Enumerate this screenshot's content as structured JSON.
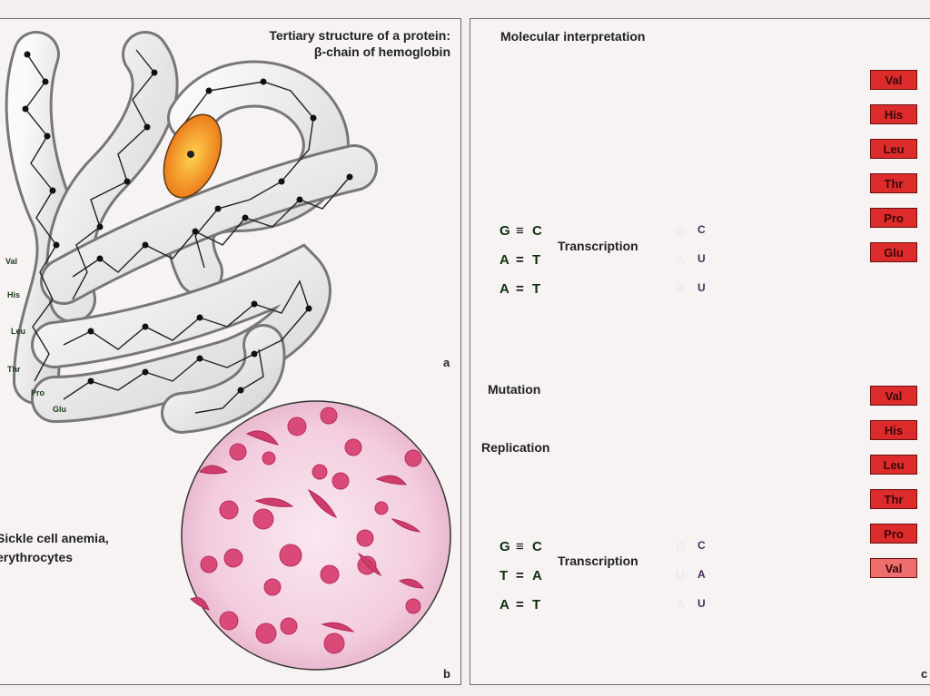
{
  "left_panel": {
    "title_line1": "Tertiary structure of a protein:",
    "title_line2": "β-chain of hemoglobin",
    "label_a": "a",
    "label_b": "b",
    "sickle_caption_line1": "Sickle cell anemia,",
    "sickle_caption_line2": "erythrocytes",
    "chain_residues": [
      "Val",
      "His",
      "Leu",
      "Thr",
      "Pro",
      "Glu"
    ]
  },
  "right_panel": {
    "title": "Molecular interpretation",
    "corner_label": "c",
    "top": {
      "dna_left": [
        "G",
        "A",
        "A"
      ],
      "bonds": [
        "≡",
        "=",
        "="
      ],
      "dna_right": [
        "C",
        "T",
        "T"
      ],
      "rna": [
        "G",
        "A",
        "A"
      ],
      "codon": [
        "C",
        "U",
        "U"
      ],
      "arrow_label": "Transcription",
      "amino_acids": [
        "Val",
        "His",
        "Leu",
        "Thr",
        "Pro",
        "Glu"
      ]
    },
    "mutation_label": "Mutation",
    "replication_label": "Replication",
    "bottom": {
      "dna_left": [
        "G",
        "T",
        "A"
      ],
      "bonds": [
        "≡",
        "=",
        "="
      ],
      "dna_right": [
        "C",
        "A",
        "T"
      ],
      "rna": [
        "G",
        "U",
        "A"
      ],
      "codon": [
        "C",
        "A",
        "U"
      ],
      "arrow_label": "Transcription",
      "amino_acids": [
        "Val",
        "His",
        "Leu",
        "Thr",
        "Pro",
        "Val"
      ]
    }
  },
  "colors": {
    "dna_green": "#3fb93f",
    "rna_purple": "#7a3fa0",
    "trna_pink": "#d8aee0",
    "amino_red": "#dd2b2b",
    "mutant_amino": "#ee6e6e",
    "highlight_yellow": "#f2ef2a",
    "heme_orange": "#f19a1e",
    "blood_cell": "#d94a78"
  }
}
